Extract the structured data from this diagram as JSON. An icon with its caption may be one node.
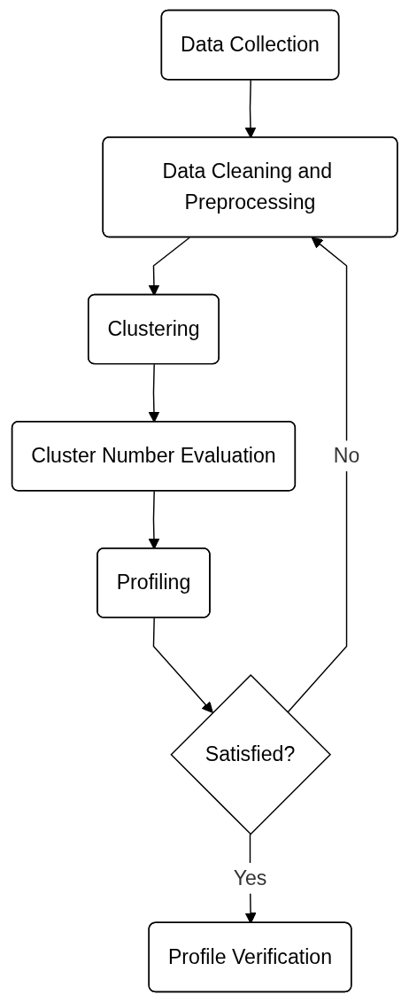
{
  "diagram": {
    "nodes": [
      {
        "text": [
          "Data Collection"
        ]
      },
      {
        "text": [
          "Data Cleaning and Preprocessing"
        ]
      },
      {
        "text": [
          "Clustering"
        ]
      },
      {
        "text": [
          "Cluster Number Evaluation"
        ]
      },
      {
        "text": [
          "Profiling"
        ]
      },
      {
        "text": [
          "Satisfied?"
        ]
      },
      {
        "text": [
          "Profile Verification"
        ]
      }
    ],
    "edges": [
      {
        "from": 0,
        "to": 1,
        "arrow": "to"
      },
      {
        "from": 1,
        "to": 2,
        "arrow": "to"
      },
      {
        "from": 2,
        "to": 3,
        "arrow": "to"
      },
      {
        "from": 3,
        "to": 4,
        "arrow": "to"
      },
      {
        "from": 4,
        "to": 5,
        "arrow": "to"
      },
      {
        "from": 5,
        "to": 1,
        "label": "No",
        "arrow": "to"
      },
      {
        "from": 5,
        "to": 6,
        "label": "Yes",
        "arrow": "to"
      }
    ]
  }
}
